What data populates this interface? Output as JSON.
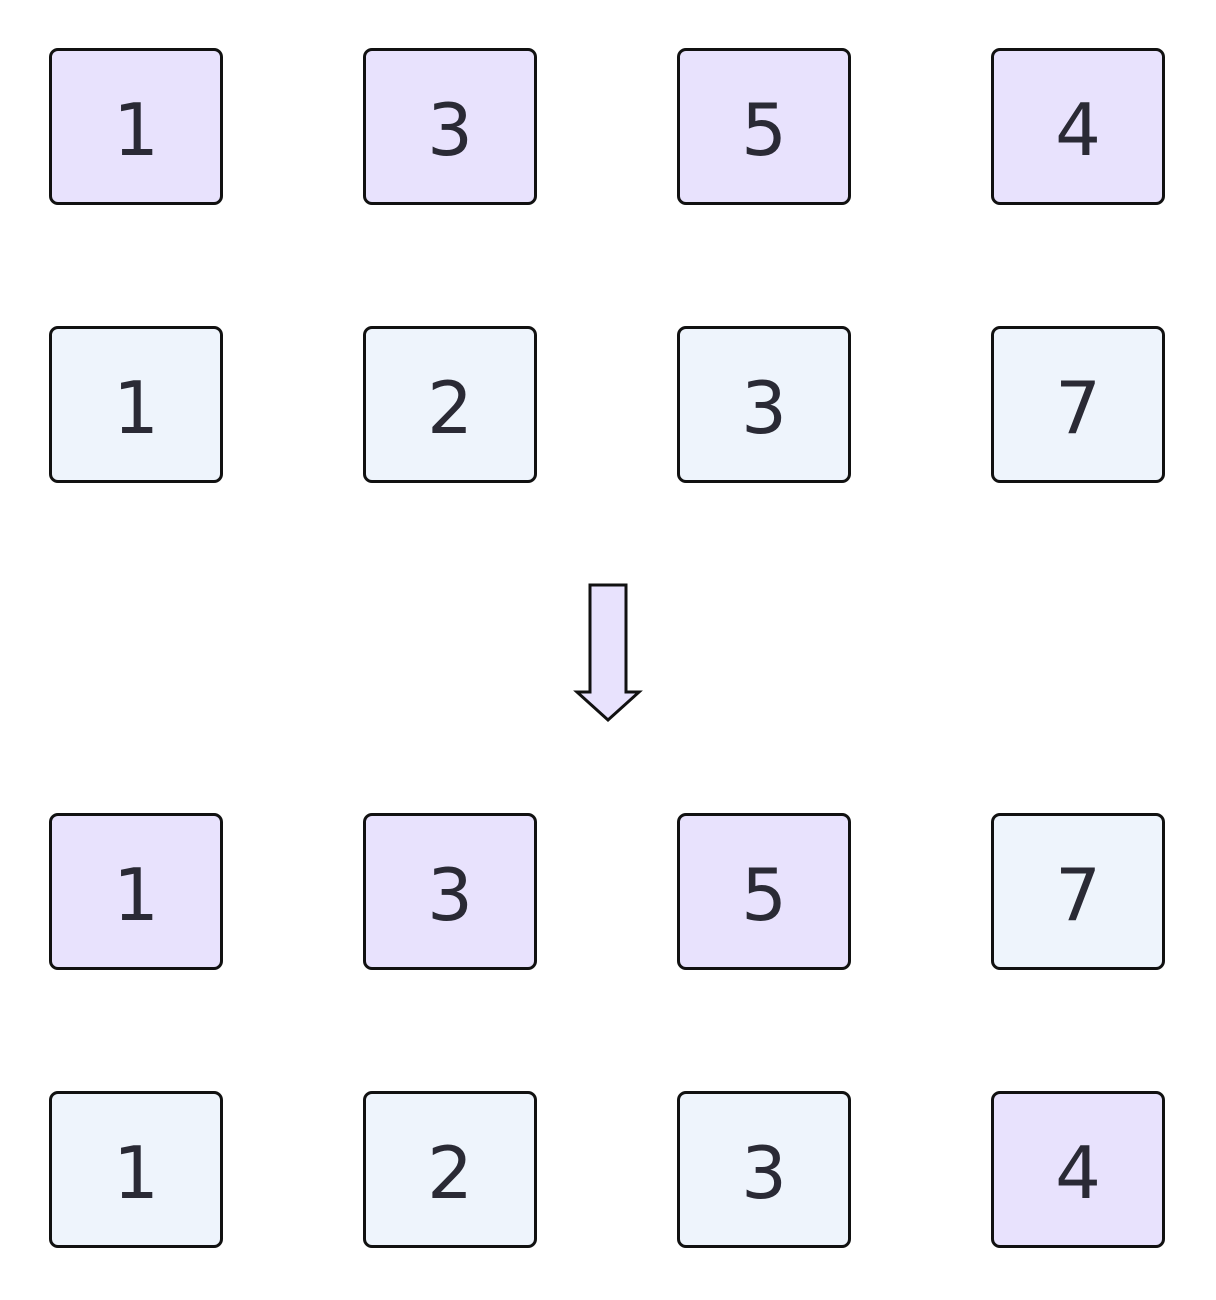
{
  "colors": {
    "purple": "#e8e2fd",
    "blue": "#eef4fc",
    "stroke": "#111111",
    "text": "#2a2a35"
  },
  "arrow": {
    "icon": "down-arrow-icon",
    "fill": "#e8e2fd"
  },
  "rows": [
    {
      "name": "row-1",
      "cells": [
        {
          "value": "1",
          "color": "purple"
        },
        {
          "value": "3",
          "color": "purple"
        },
        {
          "value": "5",
          "color": "purple"
        },
        {
          "value": "4",
          "color": "purple"
        }
      ]
    },
    {
      "name": "row-2",
      "cells": [
        {
          "value": "1",
          "color": "blue"
        },
        {
          "value": "2",
          "color": "blue"
        },
        {
          "value": "3",
          "color": "blue"
        },
        {
          "value": "7",
          "color": "blue"
        }
      ]
    },
    {
      "name": "row-3",
      "cells": [
        {
          "value": "1",
          "color": "purple"
        },
        {
          "value": "3",
          "color": "purple"
        },
        {
          "value": "5",
          "color": "purple"
        },
        {
          "value": "7",
          "color": "blue"
        }
      ]
    },
    {
      "name": "row-4",
      "cells": [
        {
          "value": "1",
          "color": "blue"
        },
        {
          "value": "2",
          "color": "blue"
        },
        {
          "value": "3",
          "color": "blue"
        },
        {
          "value": "4",
          "color": "purple"
        }
      ]
    }
  ]
}
